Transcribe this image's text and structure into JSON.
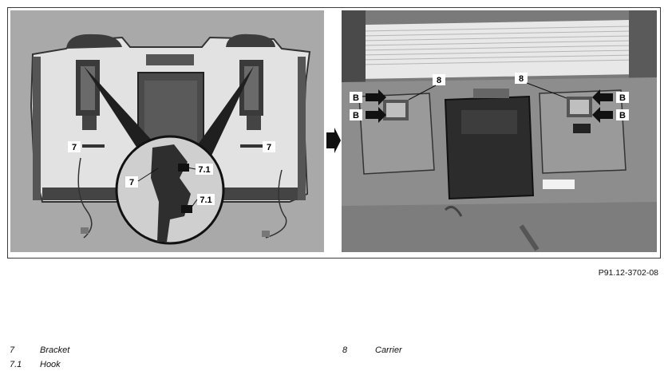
{
  "figure": {
    "reference": "P91.12-3702-08",
    "left_photo": {
      "callouts": {
        "bracket_left": "7",
        "bracket_right": "7",
        "bracket_zoom": "7",
        "hook_upper": "7.1",
        "hook_lower": "7.1"
      }
    },
    "right_photo": {
      "callouts": {
        "b1": "B",
        "b2": "B",
        "b3": "B",
        "b4": "B",
        "carrier_left": "8",
        "carrier_right": "8"
      }
    }
  },
  "legend": [
    {
      "code": "7",
      "label": "Bracket"
    },
    {
      "code": "7.1",
      "label": "Hook"
    },
    {
      "code": "8",
      "label": "Carrier"
    }
  ],
  "colors": {
    "photo_bg": "#b8b8b8",
    "seat": "#d9d9d9",
    "dark": "#2a2a2a",
    "label_bg": "#ffffff"
  }
}
